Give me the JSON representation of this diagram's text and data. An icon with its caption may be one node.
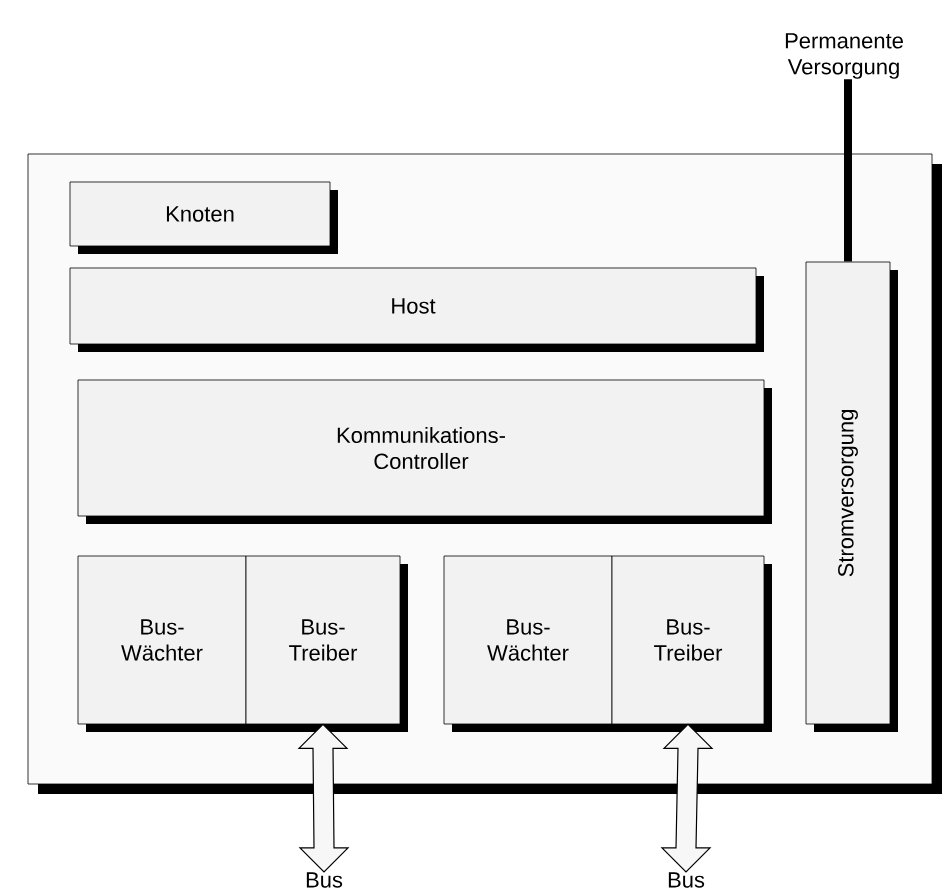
{
  "diagram": {
    "nodes": [
      {
        "text": [],
        "shape": "box"
      },
      {
        "text": [
          "Knoten"
        ],
        "in": 0
      },
      {
        "text": [
          "Host"
        ],
        "in": 0
      },
      {
        "text": [
          "Kommunikations- Controller"
        ],
        "in": 0
      },
      {
        "text": [
          "Bus- Wächter"
        ],
        "in": 0
      },
      {
        "text": [
          "Bus- Treiber"
        ],
        "in": 0
      },
      {
        "text": [
          "Bus- Wächter"
        ],
        "in": 0
      },
      {
        "text": [
          "Bus- Treiber"
        ],
        "in": 0
      },
      {
        "text": [
          "Stromversorgung"
        ],
        "in": 0
      },
      {
        "text": [
          "Permanente Versorgung"
        ]
      },
      {
        "text": [
          "Bus"
        ]
      },
      {
        "text": [
          "Bus"
        ]
      }
    ],
    "edges": [
      {
        "from": 9,
        "to": 8,
        "arrow": "none"
      },
      {
        "from": 5,
        "to": 10,
        "arrow": "both"
      },
      {
        "from": 7,
        "to": 11,
        "arrow": "both"
      }
    ]
  }
}
